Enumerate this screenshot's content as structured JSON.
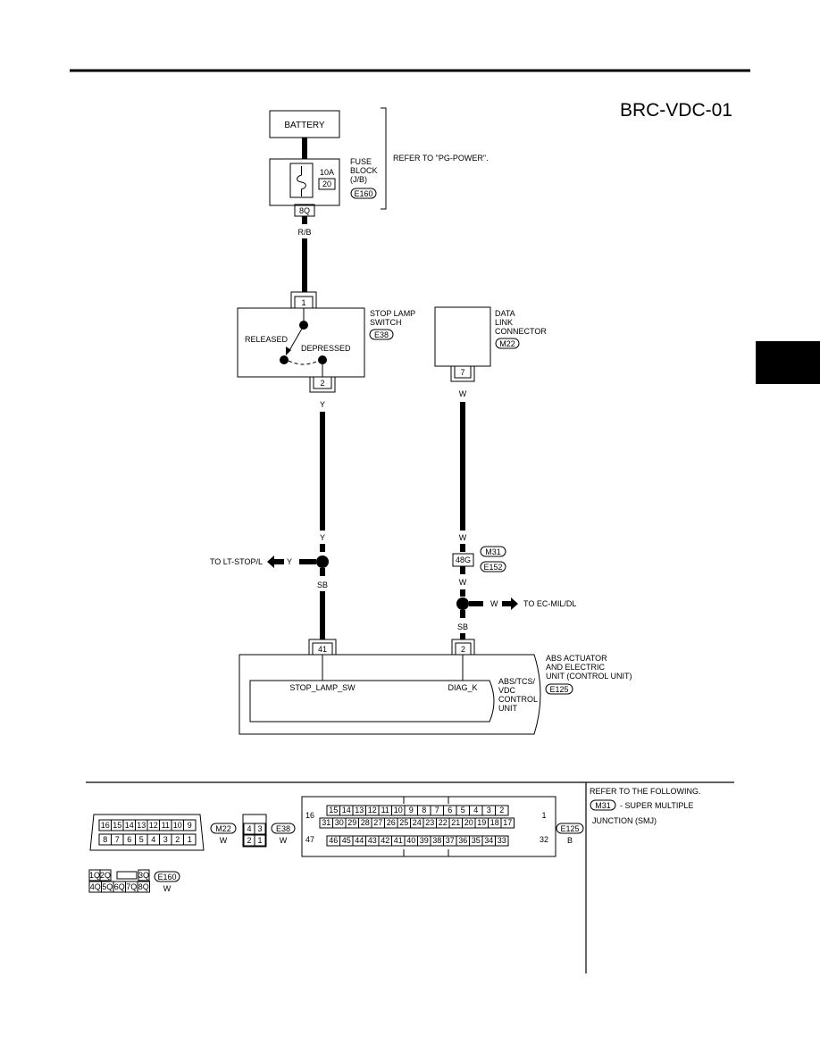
{
  "page": {
    "code": "BRC-VDC-01",
    "side_tab_color": "#000000"
  },
  "battery": {
    "label": "BATTERY"
  },
  "fuse_block": {
    "label_lines": [
      "FUSE",
      "BLOCK",
      "(J/B)"
    ],
    "amp": "10A",
    "fuse_no": "20",
    "connector": "E160",
    "terminal": "8Q",
    "refer": "REFER TO \"PG-POWER\"."
  },
  "wires": {
    "rb": "R/B",
    "y_top": "Y",
    "y_mid": "Y",
    "y_branch": "Y",
    "sb_left": "SB",
    "w_top": "W",
    "w_mid1": "W",
    "w_mid2": "W",
    "w_branch": "W",
    "sb_right": "SB"
  },
  "stop_lamp_switch": {
    "label_lines": [
      "STOP LAMP",
      "SWITCH"
    ],
    "connector": "E38",
    "pin_in": "1",
    "pin_out": "2",
    "released": "RELEASED",
    "depressed": "DEPRESSED"
  },
  "data_link": {
    "label_lines": [
      "DATA",
      "LINK",
      "CONNECTOR"
    ],
    "connector": "M22",
    "pin": "7"
  },
  "junction": {
    "pin": "48G",
    "conn1": "M31",
    "conn2": "E152"
  },
  "branches": {
    "left": "TO LT-STOP/L",
    "right": "TO EC-MIL/DL"
  },
  "abs_unit": {
    "label_lines": [
      "ABS ACTUATOR",
      "AND ELECTRIC",
      "UNIT (CONTROL UNIT)"
    ],
    "connector": "E125",
    "pin_left": "41",
    "pin_right": "2",
    "sig_left": "STOP_LAMP_SW",
    "sig_right": "DIAG_K",
    "inner_lines": [
      "ABS/TCS/",
      "VDC",
      "CONTROL",
      "UNIT"
    ]
  },
  "connector_views": {
    "m22": {
      "name": "M22",
      "color": "W",
      "top_row": [
        "16",
        "15",
        "14",
        "13",
        "12",
        "11",
        "10",
        "9"
      ],
      "bottom_row": [
        "8",
        "7",
        "6",
        "5",
        "4",
        "3",
        "2",
        "1"
      ]
    },
    "e38": {
      "name": "E38",
      "color": "W",
      "top_row": [
        "4",
        "3"
      ],
      "bottom_row": [
        "2",
        "1"
      ]
    },
    "e125": {
      "name": "E125",
      "color": "B",
      "left_top": "16",
      "left_bottom": "47",
      "right_top": "1",
      "right_bottom": "32",
      "row1": [
        "15",
        "14",
        "13",
        "12",
        "11",
        "10",
        "9",
        "8",
        "7",
        "6",
        "5",
        "4",
        "3",
        "2"
      ],
      "row2": [
        "31",
        "30",
        "29",
        "28",
        "27",
        "26",
        "25",
        "24",
        "23",
        "22",
        "21",
        "20",
        "19",
        "18",
        "17"
      ],
      "row3": [
        "46",
        "45",
        "44",
        "43",
        "42",
        "41",
        "40",
        "39",
        "38",
        "37",
        "36",
        "35",
        "34",
        "33"
      ]
    },
    "e160": {
      "name": "E160",
      "color": "W",
      "top_row": [
        "1Q",
        "2Q",
        "3Q"
      ],
      "bottom_row": [
        "4Q",
        "5Q",
        "6Q",
        "7Q",
        "8Q"
      ]
    }
  },
  "refer_note": {
    "heading": "REFER TO THE FOLLOWING.",
    "conn": "M31",
    "line1": "- SUPER MULTIPLE",
    "line2": "JUNCTION (SMJ)"
  }
}
